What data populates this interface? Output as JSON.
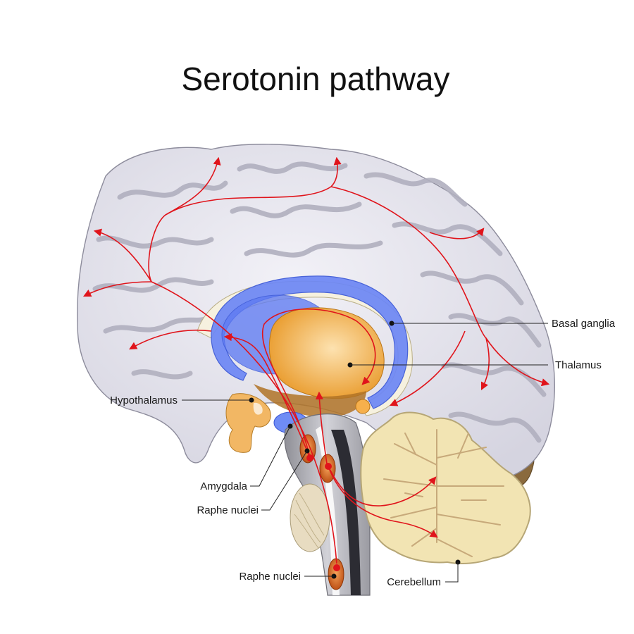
{
  "title": "Serotonin pathway",
  "colors": {
    "pathway": "#e0141b",
    "brain_fill": "#e3e2ec",
    "brain_shadow": "#b3b2c1",
    "basal_ganglia": "#5f7bf2",
    "thalamus": "#f0ad3e",
    "cerebellum": "#f2e4b3",
    "raphe": "#d0621a",
    "brainstem": "#a7a7ad"
  },
  "labels": {
    "basal_ganglia": "Basal ganglia",
    "thalamus": "Thalamus",
    "hypothalamus": "Hypothalamus",
    "amygdala": "Amygdala",
    "raphe_nuclei_upper": "Raphe nuclei",
    "raphe_nuclei_lower": "Raphe nuclei",
    "cerebellum": "Cerebellum"
  }
}
